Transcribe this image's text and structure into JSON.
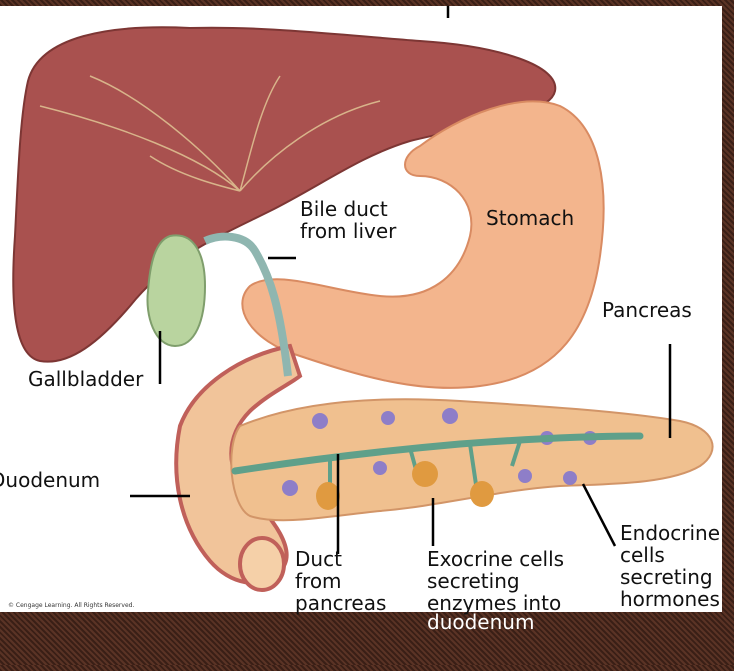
{
  "labels": {
    "bile_duct": "Bile duct\nfrom liver",
    "stomach": "Stomach",
    "pancreas": "Pancreas",
    "gallbladder": "Gallbladder",
    "duodenum": "Duodenum",
    "duct_from_pancreas": "Duct\nfrom\npancreas",
    "exocrine_cells": "Exocrine cells\nsecreting\nenzymes into",
    "exocrine_cells_last_line": "duodenum",
    "endocrine_cells": "Endocrine\ncells\nsecreting\nhormones",
    "copyright": "© Cengage Learning. All Rights Reserved."
  },
  "colors": {
    "liver": "#a9514f",
    "stomach": "#f3b58d",
    "pancreas": "#f0c08f",
    "gallbladder": "#b9d49f",
    "duct": "#5fa08a",
    "leader_line": "#000000"
  }
}
